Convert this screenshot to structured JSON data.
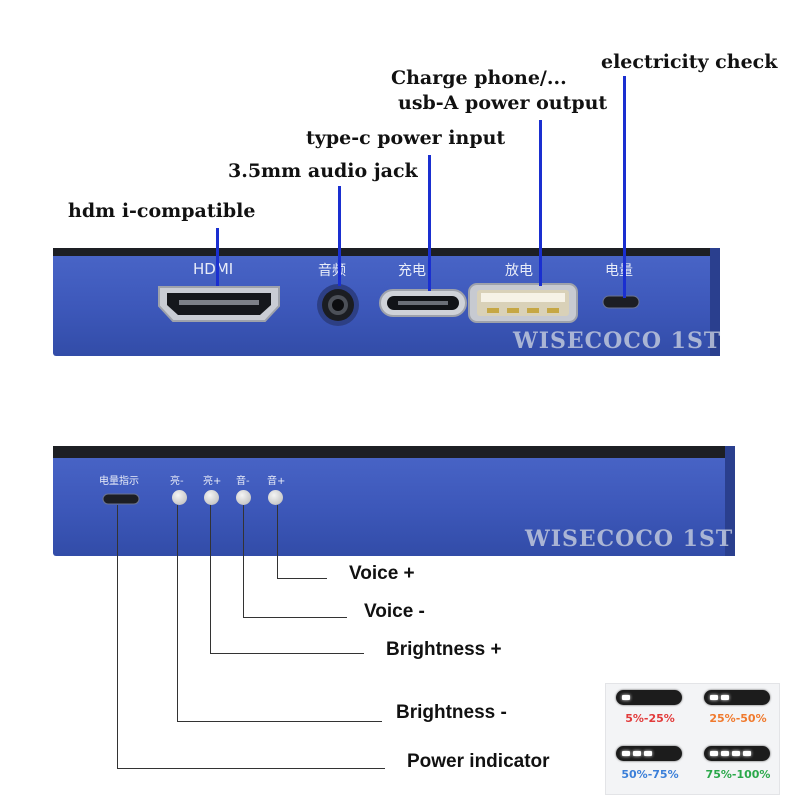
{
  "top_callouts": {
    "hdmi": "hdm i-compatible",
    "audio": "3.5mm audio jack",
    "typec": "type-c power input",
    "charge_line1": "Charge phone/...",
    "charge_line2": "usb-A power output",
    "electricity": "electricity check"
  },
  "top_device": {
    "hdmi_label": "HDMI",
    "audio_label": "音频",
    "charge_label": "充电",
    "discharge_label": "放电",
    "power_label": "电量",
    "watermark": "WISECOCO 1ST"
  },
  "bottom_device": {
    "power_indicator_label": "电量指示",
    "bright_minus_label": "亮-",
    "bright_plus_label": "亮+",
    "vol_minus_label": "音-",
    "vol_plus_label": "音+",
    "watermark": "WISECOCO 1ST"
  },
  "bottom_callouts": {
    "voice_plus": "Voice +",
    "voice_minus": "Voice -",
    "brightness_plus": "Brightness +",
    "brightness_minus": "Brightness -",
    "power_indicator": "Power indicator"
  },
  "battery_legend": [
    {
      "range": "5%-25%",
      "color": "#e23b3b",
      "lit": 1
    },
    {
      "range": "25%-50%",
      "color": "#f07a2e",
      "lit": 2
    },
    {
      "range": "50%-75%",
      "color": "#3b7fd9",
      "lit": 3
    },
    {
      "range": "75%-100%",
      "color": "#2aa84a",
      "lit": 4
    }
  ],
  "colors": {
    "device_blue": "#3f5bbf",
    "callout_line": "#1a2fd0"
  }
}
